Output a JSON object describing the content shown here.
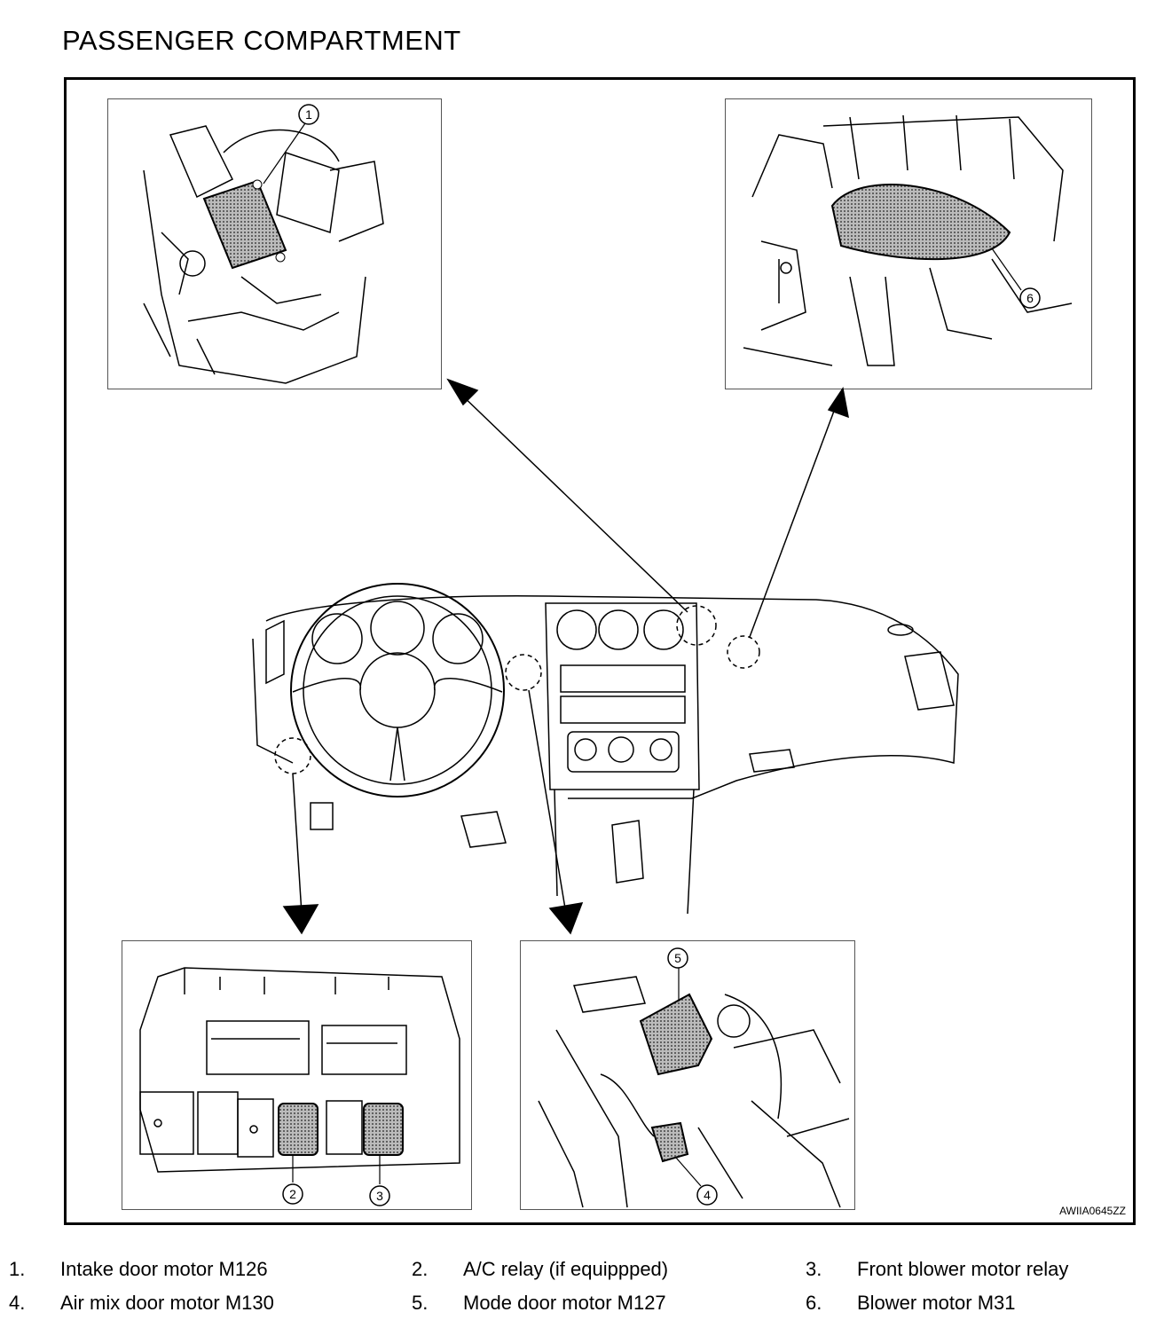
{
  "title": "PASSENGER COMPARTMENT",
  "figure_code": "AWIIA0645ZZ",
  "callouts": [
    "1",
    "2",
    "3",
    "4",
    "5",
    "6"
  ],
  "legend": [
    {
      "num": "1.",
      "text": "Intake door motor M126"
    },
    {
      "num": "2.",
      "text": "A/C relay (if equippped)"
    },
    {
      "num": "3.",
      "text": "Front blower motor relay"
    },
    {
      "num": "4.",
      "text": "Air mix door motor M130"
    },
    {
      "num": "5.",
      "text": "Mode door motor M127"
    },
    {
      "num": "6.",
      "text": "Blower motor M31"
    }
  ]
}
